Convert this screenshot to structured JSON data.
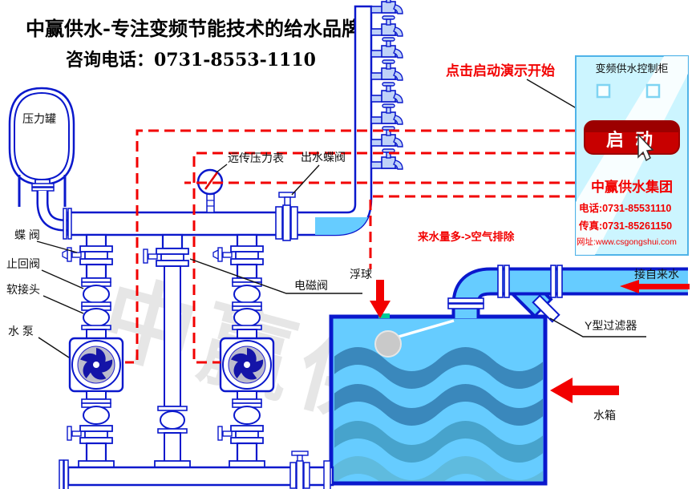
{
  "header": {
    "brand": "中赢供水-专注变频节能技术的给水品牌",
    "phone_line": "咨询电话：0731-8553-1110"
  },
  "watermark": "中赢供水",
  "labels": {
    "pressure_tank": "压力罐",
    "butterfly_valve": "蝶 阀",
    "check_valve": "止回阀",
    "flex_joint": "软接头",
    "water_pump": "水 泵",
    "remote_gauge": "远传压力表",
    "outlet_valve": "出水蝶阀",
    "solenoid_valve": "电磁阀",
    "float_ball": "浮球",
    "y_filter": "Y型过滤器",
    "tap_water": "接自来水",
    "water_tank": "水箱",
    "air_note": "来水量多->空气排除",
    "demo_hint": "点击启动演示开始"
  },
  "panel": {
    "title": "变频供水控制柜",
    "start_button": "启 动",
    "company": "中赢供水集团",
    "tel": "电话:0731-85531110",
    "fax": "传真:0731-85261150",
    "web": "网址:www.csgongshui.com"
  },
  "colors": {
    "pipe_outline": "#0a18cc",
    "water": "#66ccff",
    "wave_dark": "#3a88bc",
    "wave_mid": "#47a3cc",
    "wave_light": "#5fbbde",
    "signal_red": "#f20000",
    "button_red": "#c80000",
    "panel_bg": "#ccf5ff",
    "float_gray": "#c9c9c9",
    "impeller_navy": "#1414a8"
  }
}
